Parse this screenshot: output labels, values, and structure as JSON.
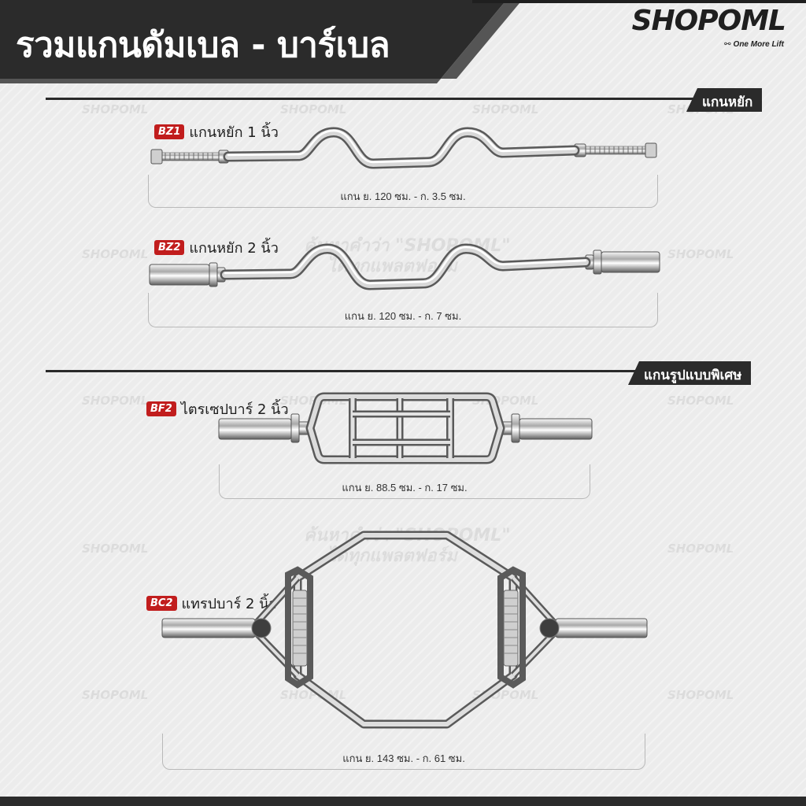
{
  "header": {
    "title": "รวมแกนดัมเบล - บาร์เบล",
    "brand": "SHOPOML",
    "tagline": "One More Lift"
  },
  "sections": [
    {
      "tag": "แกนหยัก"
    },
    {
      "tag": "แกนรูปแบบพิเศษ"
    }
  ],
  "products": [
    {
      "code": "BZ1",
      "name": "แกนหยัก 1 นิ้ว",
      "dimensions": "แกน ย. 120 ซม. - ก. 3.5 ซม."
    },
    {
      "code": "BZ2",
      "name": "แกนหยัก 2 นิ้ว",
      "dimensions": "แกน ย. 120 ซม. - ก. 7 ซม."
    },
    {
      "code": "BF2",
      "name": "ไตรเซปบาร์ 2 นิ้ว",
      "dimensions": "แกน ย. 88.5 ซม. - ก. 17 ซม."
    },
    {
      "code": "BC2",
      "name": "แทรปบาร์ 2 นิ้ว",
      "dimensions": "แกน ย. 143 ซม. - ก. 61 ซม."
    }
  ],
  "watermark": {
    "brand": "SHOPOML",
    "search_line1": "ค้นหาคำว่า \"SHOPOML\"",
    "search_line2": "ได้ทุกแพลตฟอร์ม"
  },
  "colors": {
    "header_dark": "#2b2b2b",
    "code_badge": "#c11d1d",
    "background": "#ececec"
  }
}
